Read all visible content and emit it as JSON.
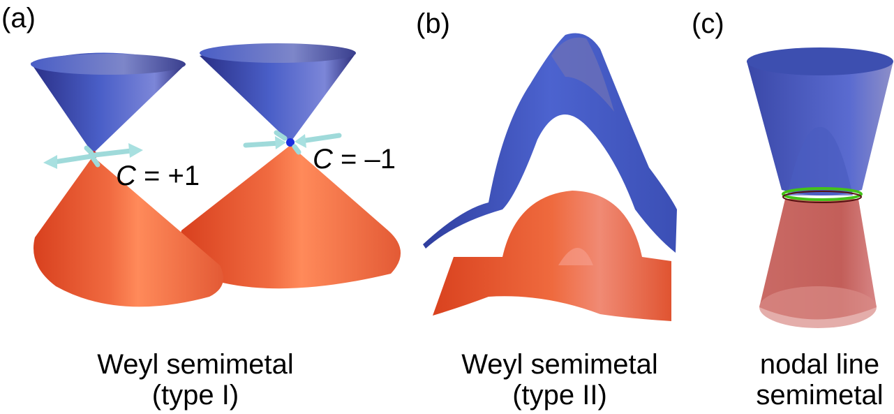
{
  "panels": {
    "a": {
      "label": "(a)",
      "charge_left": {
        "symbol": "C",
        "rest": " = +1"
      },
      "charge_right": {
        "symbol": "C",
        "rest": " = –1"
      },
      "caption_line1": "Weyl semimetal",
      "caption_line2": "(type I)"
    },
    "b": {
      "label": "(b)",
      "caption_line1": "Weyl semimetal",
      "caption_line2": "(type II)"
    },
    "c": {
      "label": "(c)",
      "caption_line1": "nodal line",
      "caption_line2": "semimetal"
    }
  },
  "colors": {
    "conduction_band": "#3d4fb0",
    "valence_band": "#e8502e",
    "node_positive": "#e0201a",
    "node_negative": "#1a2ee0",
    "berry_arrows": "#a8e0e0",
    "nodal_ring": "#4ccc22"
  }
}
